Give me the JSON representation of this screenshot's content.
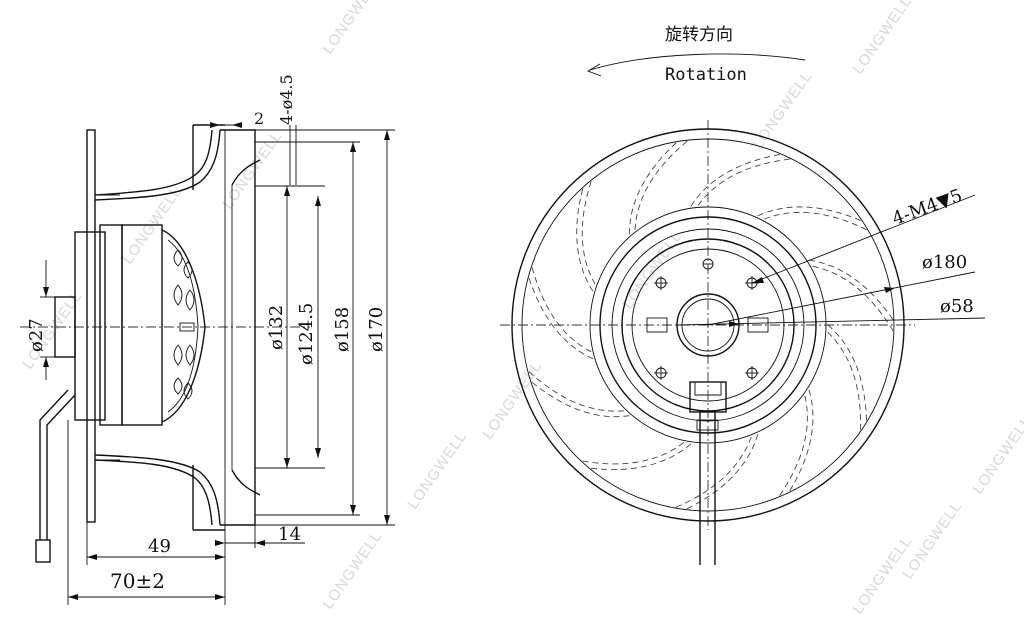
{
  "watermark": {
    "text": "LONGWELL"
  },
  "rotation": {
    "label_cn": "旋转方向",
    "label_en": "Rotation"
  },
  "side_view": {
    "dims": {
      "d27": "ø27",
      "d132": "ø132",
      "d124_5": "ø124.5",
      "d158": "ø158",
      "d170": "ø170",
      "holes": "4-ø4.5",
      "top_offset": "2",
      "depth_49": "49",
      "depth_14": "14",
      "total_depth": "70±2"
    }
  },
  "front_view": {
    "dims": {
      "thread": "4-M4▼5",
      "d180": "ø180",
      "d58": "ø58"
    }
  }
}
